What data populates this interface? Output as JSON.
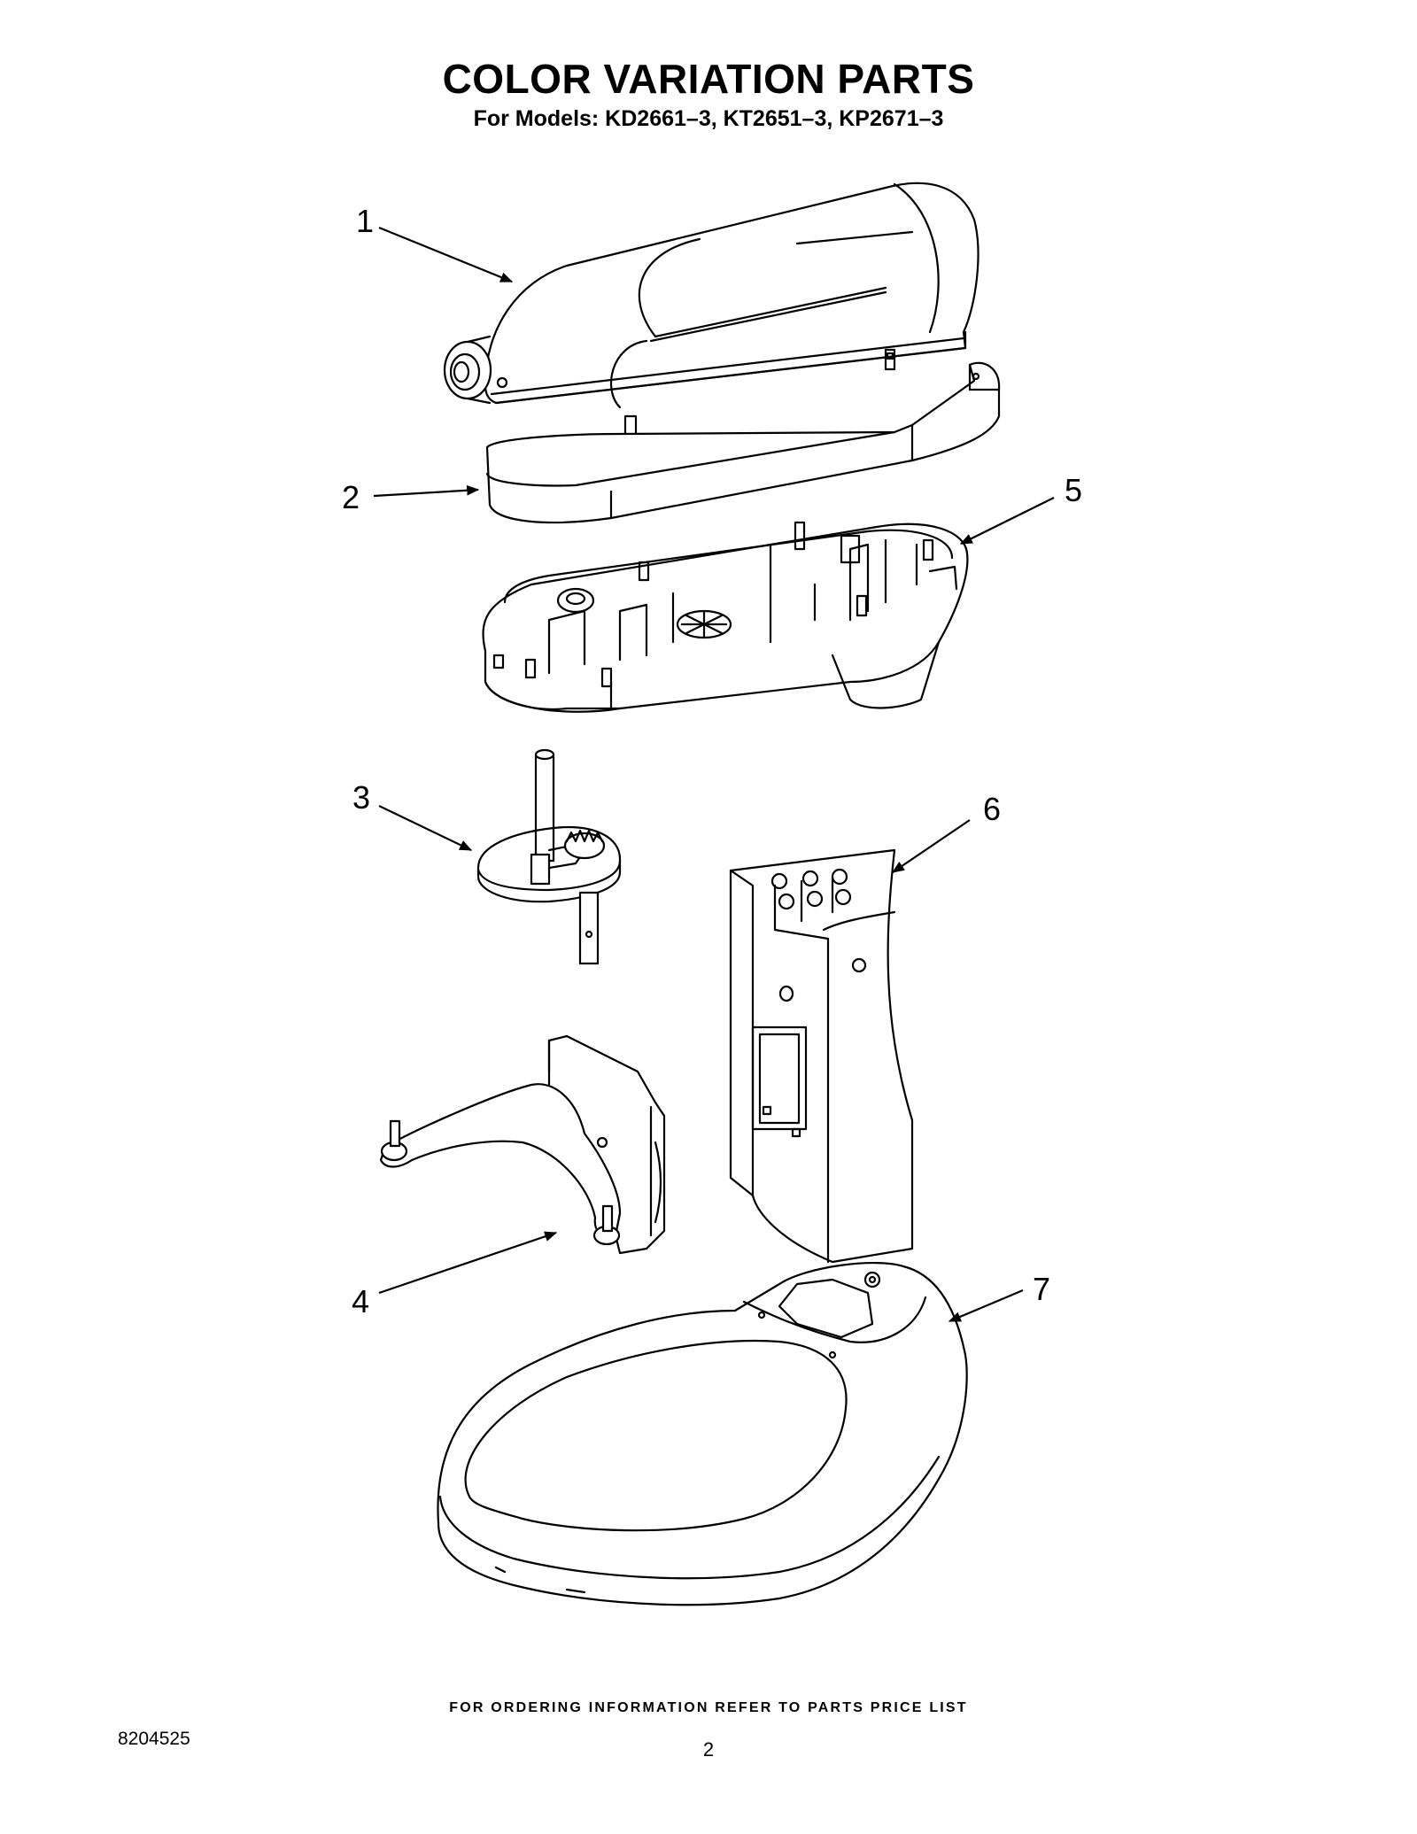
{
  "header": {
    "title": "COLOR VARIATION PARTS",
    "subtitle": "For Models: KD2661–3, KT2651–3, KP2671–3"
  },
  "callouts": [
    {
      "id": "1",
      "label": "1"
    },
    {
      "id": "2",
      "label": "2"
    },
    {
      "id": "3",
      "label": "3"
    },
    {
      "id": "4",
      "label": "4"
    },
    {
      "id": "5",
      "label": "5"
    },
    {
      "id": "6",
      "label": "6"
    },
    {
      "id": "7",
      "label": "7"
    }
  ],
  "footer": {
    "note": "FOR ORDERING INFORMATION REFER TO PARTS PRICE LIST",
    "doc_number": "8204525",
    "page_number": "2"
  }
}
